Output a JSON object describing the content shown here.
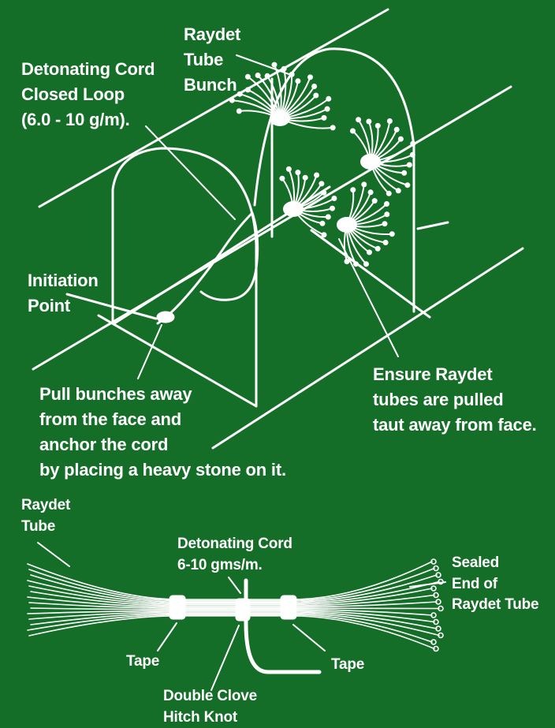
{
  "labels": {
    "tube_bunch": "Raydet\nTube\nBunch",
    "cord_loop": "Detonating Cord\nClosed Loop\n(6.0 - 10 g/m).",
    "initiation": "Initiation\nPoint",
    "pull_bunches": "Pull bunches away\nfrom the face and\nanchor the cord\nby placing a heavy stone on it.",
    "ensure_taut": "Ensure Raydet\ntubes are pulled\ntaut away from face.",
    "raydet_tube": "Raydet\nTube",
    "cord_spec": "Detonating Cord\n6-10 gms/m.",
    "sealed_end": "Sealed\nEnd of\nRaydet Tube",
    "tape_left": "Tape",
    "tape_right": "Tape",
    "hitch_knot": "Double Clove\nHitch Knot"
  },
  "colors": {
    "background": "#156e28",
    "ink": "#ffffff"
  }
}
